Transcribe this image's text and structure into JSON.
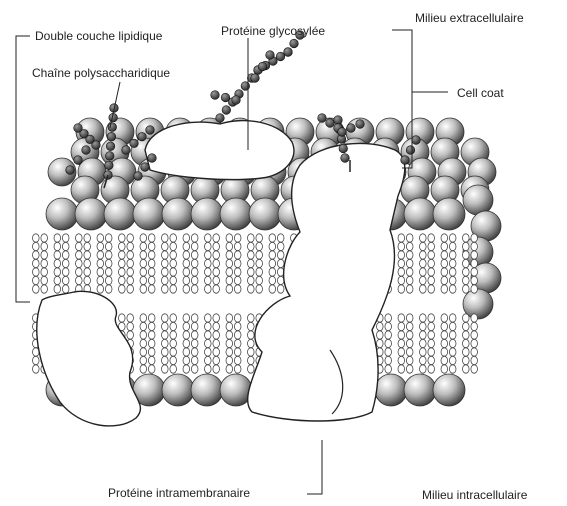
{
  "labels": {
    "lipid_bilayer": "Double couche lipidique",
    "glycosylated_protein": "Protéine glycosylée",
    "extracellular": "Milieu extracellulaire",
    "polysaccharide_chain": "Chaîne polysaccharidique",
    "cell_coat": "Cell coat",
    "intramembrane_protein": "Protéine intramembranaire",
    "intracellular": "Milieu intracellulaire"
  },
  "colors": {
    "ink": "#222222",
    "bead_light": "#ffffff",
    "bead_dark": "#3a3a3a"
  }
}
